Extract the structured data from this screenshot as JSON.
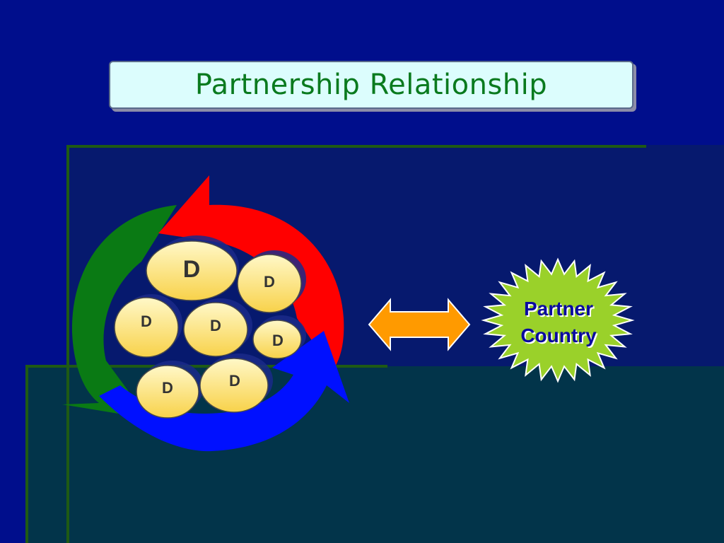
{
  "title": "Partnership Relationship",
  "nodes": [
    {
      "id": "node-1",
      "label": "D"
    },
    {
      "id": "node-2",
      "label": "D"
    },
    {
      "id": "node-3",
      "label": "D"
    },
    {
      "id": "node-4",
      "label": "D"
    },
    {
      "id": "node-5",
      "label": "D"
    },
    {
      "id": "node-6",
      "label": "D"
    },
    {
      "id": "node-7",
      "label": "D"
    }
  ],
  "partner": {
    "line1": "Partner",
    "line2": "Country"
  },
  "colors": {
    "background": "#000e8c",
    "title_text": "#0a7a1e",
    "title_box": "#dcfdfd",
    "arrow_red": "#ff0000",
    "arrow_green": "#0a7a14",
    "arrow_blue": "#0010ff",
    "node_fill": "#fbe78a",
    "double_arrow": "#ff9a00",
    "star_fill": "#9ad12a",
    "partner_text": "#0a0aa0"
  }
}
